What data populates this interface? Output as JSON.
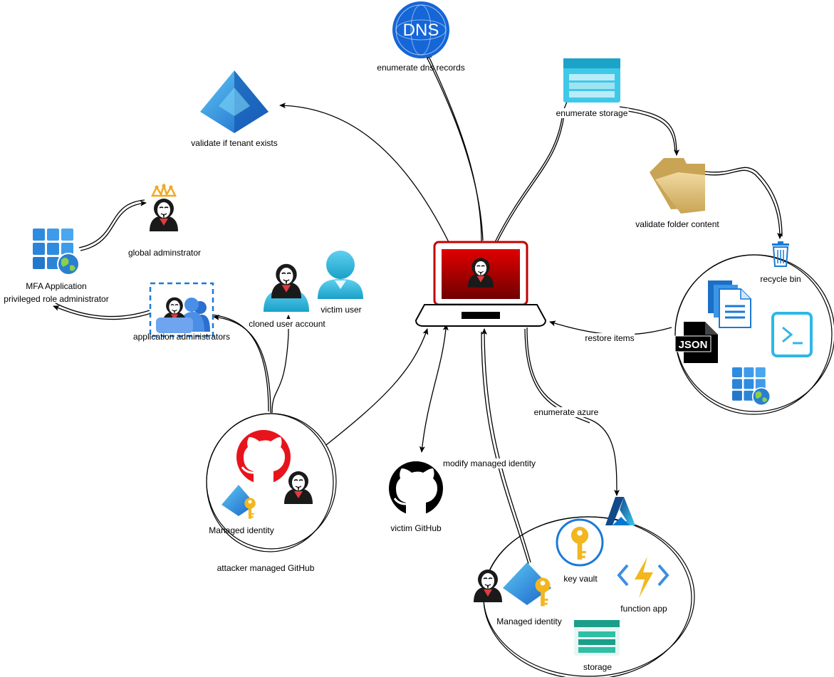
{
  "labels": {
    "dns": "enumerate dns records",
    "tenant": "validate if tenant exists",
    "storage_enum": "enumerate storage",
    "folder": "validate folder content",
    "recycle": "recycle bin",
    "restore": "restore items",
    "global_admin": "global adminstrator",
    "mfa_app_line1": "MFA Application",
    "mfa_app_line2": "privileged role administrator",
    "app_admins": "application administrators",
    "cloned_user": "cloned user account",
    "victim_user": "victim user",
    "managed_identity_attacker": "Managed identity",
    "attacker_github": "attacker managed GitHub",
    "victim_github": "victim GitHub",
    "modify_mi": "modify managed identity",
    "enumerate_azure": "enumerate azure",
    "key_vault": "key vault",
    "function_app": "function app",
    "managed_identity_victim": "Managed identity",
    "storage": "storage"
  },
  "icons": {
    "dns_badge_text": "DNS",
    "json_text": "JSON"
  },
  "colors": {
    "laptop_screen": "#c40000",
    "laptop_frame": "#c00000",
    "github_attacker": "#e8141b",
    "github_victim": "#000000",
    "azure_blue": "#0078d4",
    "storage_cyan": "#32bedd",
    "storage_teal": "#1b9e8a",
    "folder_tan": "#d9b46a",
    "key_gold": "#f2b61f"
  }
}
